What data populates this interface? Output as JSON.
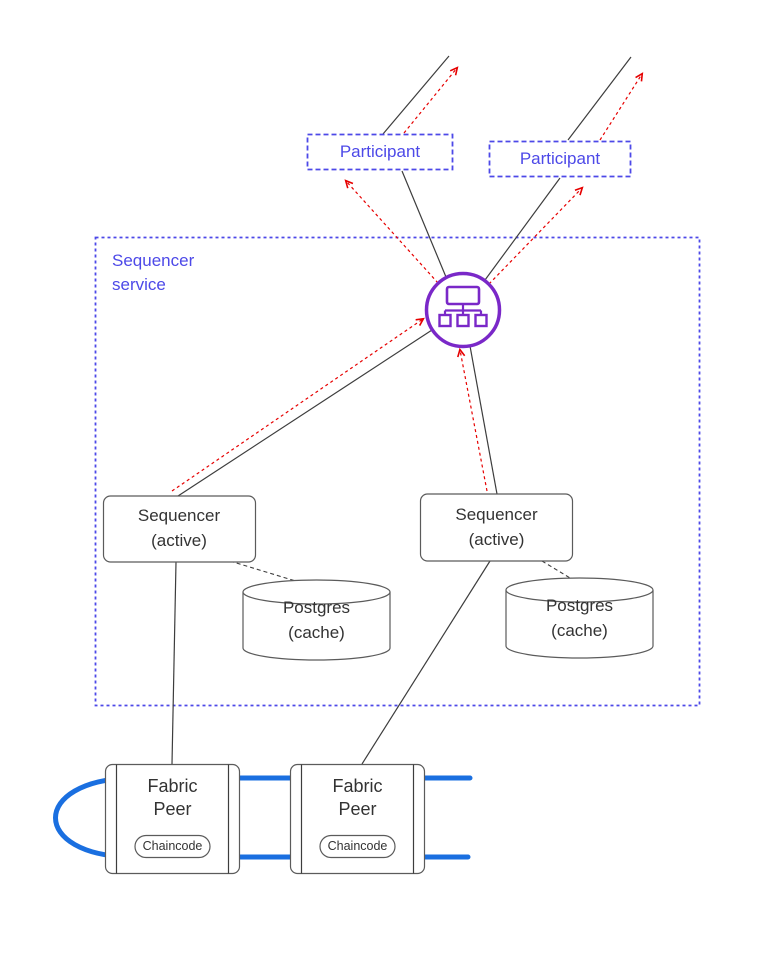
{
  "diagram": {
    "participant_left": {
      "label": "Participant"
    },
    "participant_right": {
      "label": "Participant"
    },
    "service": {
      "label": "Sequencer service"
    },
    "sequencer_left": {
      "line1": "Sequencer",
      "line2": "(active)"
    },
    "sequencer_right": {
      "line1": "Sequencer",
      "line2": "(active)"
    },
    "postgres_left": {
      "line1": "Postgres",
      "line2": "(cache)"
    },
    "postgres_right": {
      "line1": "Postgres",
      "line2": "(cache)"
    },
    "fabric_peer_left": {
      "line1": "Fabric",
      "line2": "Peer",
      "badge": "Chaincode"
    },
    "fabric_peer_right": {
      "line1": "Fabric",
      "line2": "Peer",
      "badge": "Chaincode"
    },
    "icons": {
      "cluster": "org-chart-icon"
    },
    "colors": {
      "accent_blue": "#4D49E8",
      "accent_purple": "#7A28C8",
      "arrow_red": "#E60000",
      "cable_blue": "#1A6FE0",
      "line_gray": "#3D3D3D",
      "box_border": "#5B5B5B",
      "text_dark": "#333333"
    }
  }
}
